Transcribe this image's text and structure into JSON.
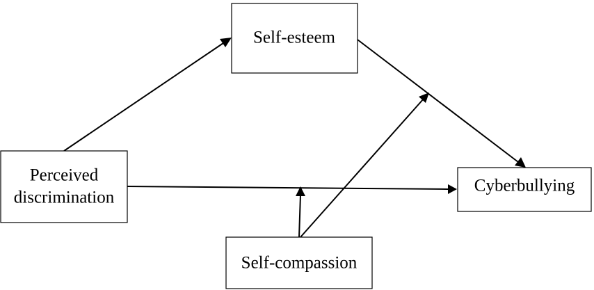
{
  "nodes": {
    "self_esteem": {
      "label": "Self-esteem"
    },
    "perceived_discrimination": {
      "label_line1": "Perceived",
      "label_line2": "discrimination"
    },
    "cyberbullying": {
      "label": "Cyberbullying"
    },
    "self_compassion": {
      "label": "Self-compassion"
    }
  },
  "colors": {
    "stroke": "#000000",
    "background": "#ffffff"
  }
}
